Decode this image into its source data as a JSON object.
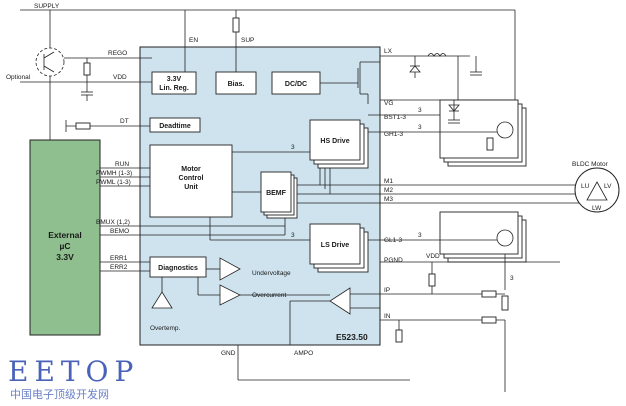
{
  "chip": {
    "part_number": "E523.50",
    "fill": "#cfe3ef",
    "external_fill": "#8fbf8f"
  },
  "top_labels": {
    "supply": "SUPPLY",
    "en": "EN",
    "sup": "SUP",
    "optional": "Optional"
  },
  "left_pins": {
    "rego": "REGO",
    "vdd": "VDD",
    "dt": "DT",
    "run": "RUN",
    "pwmh": "PWMH (1-3)",
    "pwml": "PWML (1-3)",
    "bmux": "BMUX (1,2)",
    "bemo": "BEMO",
    "err1": "ERR1",
    "err2": "ERR2"
  },
  "right_pins": {
    "lx": "LX",
    "vg": "VG",
    "bst": "BST1-3",
    "gh": "GH1-3",
    "m1": "M1",
    "m2": "M2",
    "m3": "M3",
    "gl": "GL1-3",
    "pgnd": "PGND",
    "ip": "IP",
    "in": "IN",
    "vdd_ext": "VDD",
    "bus_width": "3"
  },
  "bottom_pins": {
    "gnd": "GND",
    "ampo": "AMPO"
  },
  "blocks": {
    "lin_reg_line1": "3.3V",
    "lin_reg_line2": "Lin. Reg.",
    "bias": "Bias.",
    "dcdc": "DC/DC",
    "deadtime": "Deadtime",
    "motor_control_line1": "Motor",
    "motor_control_line2": "Control",
    "motor_control_line3": "Unit",
    "hs_drive": "HS Drive",
    "bemf": "BEMF",
    "ls_drive": "LS Drive",
    "diagnostics": "Diagnostics",
    "undervoltage": "Undervoltage",
    "overcurrent": "Overcurrent",
    "overtemp": "Overtemp.",
    "external_line1": "External",
    "external_line2": "µC",
    "external_line3": "3.3V"
  },
  "motor": {
    "title": "BLDC Motor",
    "lu": "LU",
    "lv": "LV",
    "lw": "LW"
  },
  "watermark": {
    "logo": "EETOP",
    "sub": "中国电子顶级开发网"
  }
}
